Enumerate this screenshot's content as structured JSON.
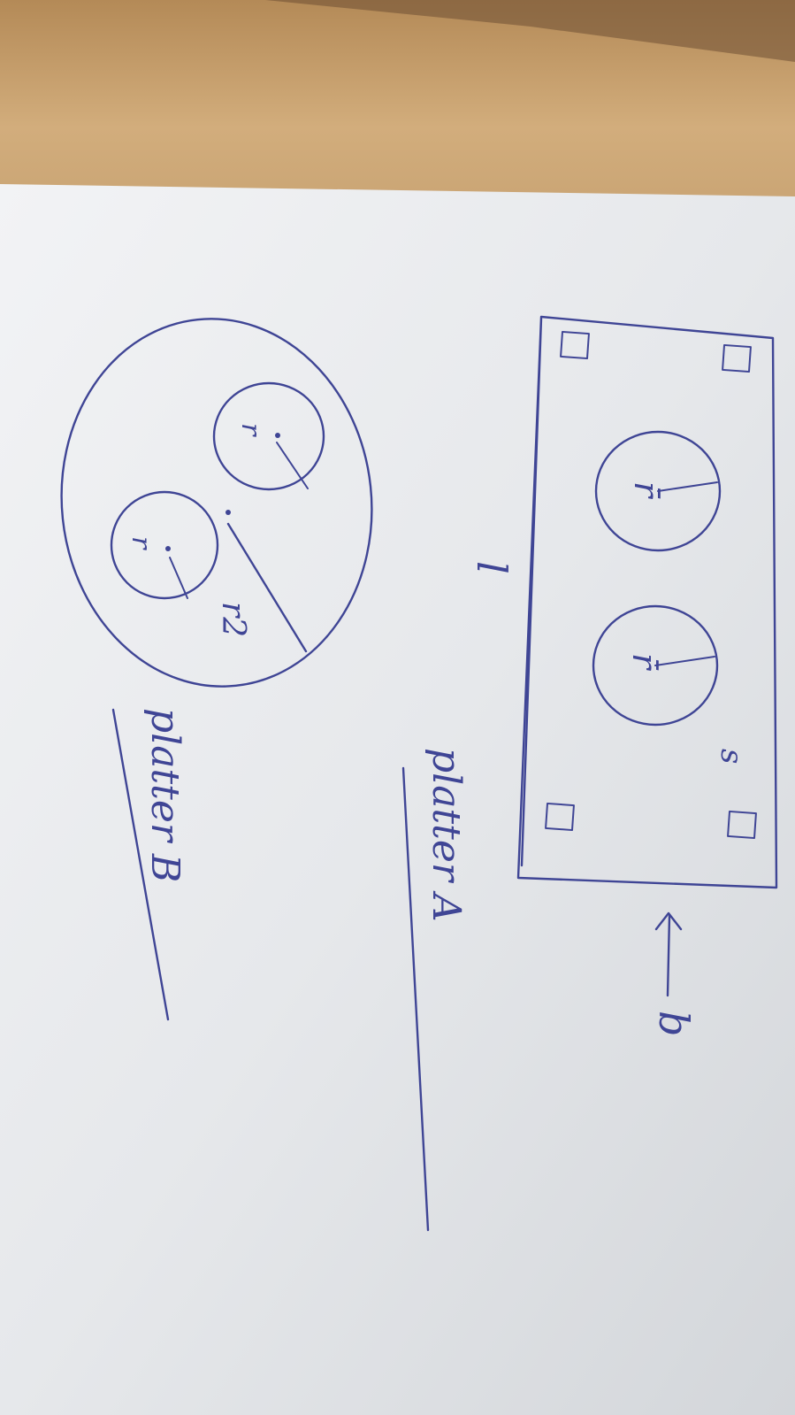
{
  "diagram": {
    "platter_a": {
      "title": "platter A",
      "length_label": "l",
      "width_label": "b",
      "square_label": "s",
      "circle_radius_label": "r̄"
    },
    "platter_b": {
      "title": "platter B",
      "outer_radius_label": "r2",
      "inner_radius_label": "r"
    }
  },
  "colors": {
    "ink": "#3f4595",
    "paper": "#e7e9ec",
    "table": "#c9a575"
  }
}
